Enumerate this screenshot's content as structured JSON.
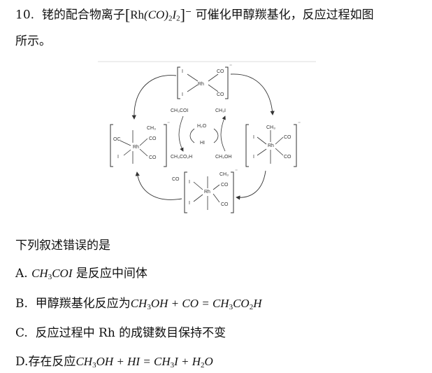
{
  "question": {
    "number": "10.",
    "text_before": "铑的配合物离子",
    "complex": {
      "open": "[",
      "rh": "Rh",
      "co": "(CO)",
      "co_sub": "2",
      "i": "I",
      "i_sub": "2",
      "close": "]",
      "charge": "−"
    },
    "text_after_line1": "可催化甲醇羰基化，反应过程如图",
    "text_line2": "所示。"
  },
  "diagram": {
    "metal": "Rh",
    "ligands": {
      "I": "I",
      "CO": "CO",
      "OC": "OC",
      "CH3": "CH₃"
    },
    "charge": "⁻",
    "species": {
      "ch3coi": "CH₃COI",
      "ch3i": "CH₃I",
      "h2o": "H₂O",
      "hi": "HI",
      "ch3co2h": "CH₃CO₂H",
      "ch3oh": "CH₃OH",
      "co": "CO"
    }
  },
  "prompt": "下列叙述错误的是",
  "options": {
    "a": {
      "label": "A.",
      "formula": "CH",
      "sub": "3",
      "formula2": "COI",
      "text": "是反应中间体"
    },
    "b": {
      "label": "B.",
      "text": "甲醇羰基化反应为",
      "eq": {
        "p1": "CH",
        "s1": "3",
        "p2": "OH + CO = CH",
        "s2": "3",
        "p3": "CO",
        "s3": "2",
        "p4": "H"
      }
    },
    "c": {
      "label": "C.",
      "text": "反应过程中 Rh 的成键数目保持不变"
    },
    "d": {
      "label": "D.",
      "text": "存在反应",
      "eq": {
        "p1": "CH",
        "s1": "3",
        "p2": "OH + HI = CH",
        "s2": "3",
        "p3": "I + H",
        "s3": "2",
        "p4": "O"
      }
    }
  }
}
